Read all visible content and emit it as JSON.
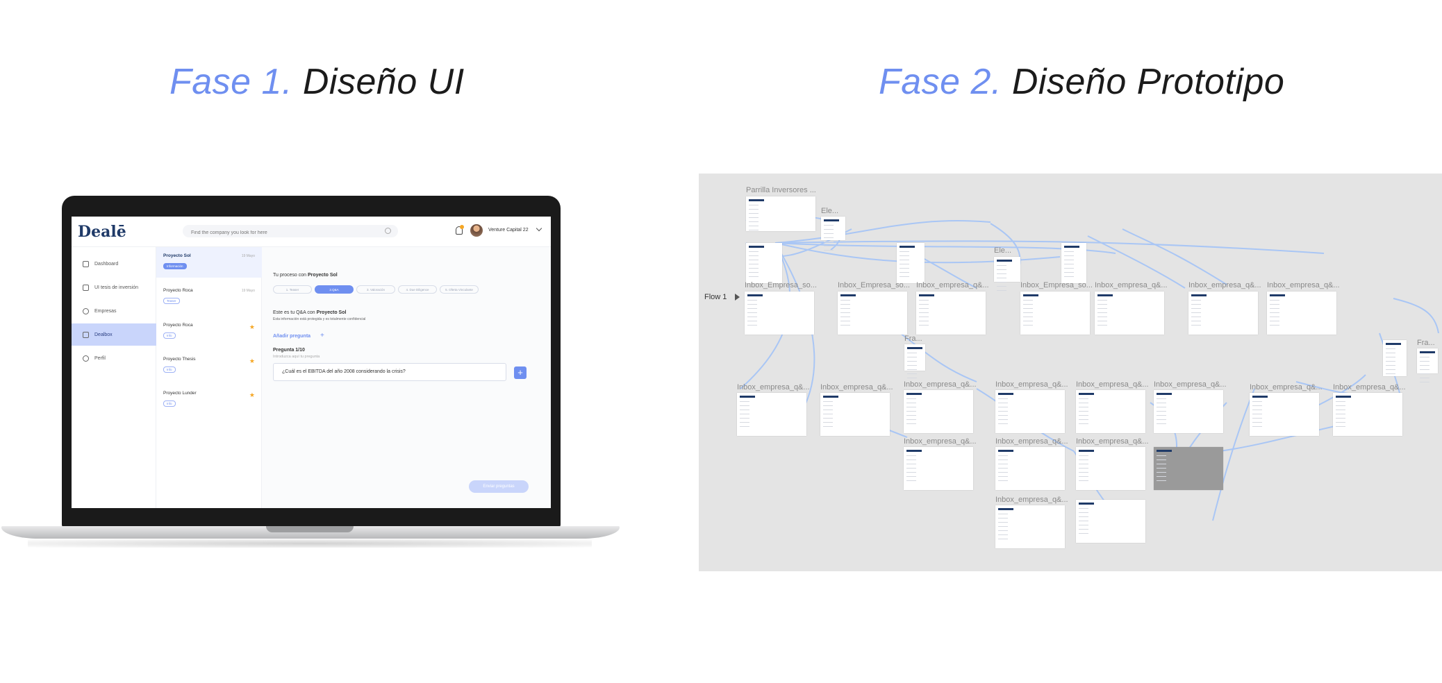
{
  "headings": {
    "phase1_accent": "Fase 1.",
    "phase1_text": " Diseño UI",
    "phase2_accent": "Fase 2.",
    "phase2_text": " Diseño Prototipo"
  },
  "app": {
    "logo": "Dealē",
    "search_placeholder": "Find the company you look for here",
    "user_name": "Venture Capital 22",
    "sidebar": [
      "Dashboard",
      "UI tesis de inversión",
      "Empresas",
      "Dealbox",
      "Perfil"
    ],
    "projects": [
      {
        "name": "Proyecto Sol",
        "tag": "Información",
        "date": "19 Mayo"
      },
      {
        "name": "Proyecto Roca",
        "tag": "Teaser",
        "date": "19 Mayo"
      },
      {
        "name": "Proyecto Roca",
        "tag": "Info"
      },
      {
        "name": "Proyecto Thesis",
        "tag": "Info"
      },
      {
        "name": "Proyecto Lunder",
        "tag": "Info"
      }
    ],
    "process_prefix": "Tu proceso con",
    "process_project": "Proyecto Sol",
    "steps": [
      "1. Teaser",
      "2.Q&A",
      "3. Valoración",
      "4. Due Diligence",
      "5. Oferta Vinculante"
    ],
    "qa_title_prefix": "Este es tu Q&A con",
    "qa_title_project": "Proyecto Sol",
    "qa_subtitle": "Esta información está protegida y es totalmente confidencial",
    "add_question": "Añadir pregunta",
    "question_label": "Pregunta 1/10",
    "question_hint": "Introduzca aquí tu pregunta",
    "question_value": "¿Cuál es el EBITDA del año 2008 considerando la crisis?",
    "send_button": "Enviar preguntas"
  },
  "prototype": {
    "flow_label": "Flow 1",
    "frame_labels": {
      "parrilla": "Parrilla Inversores ...",
      "ele1": "Ele...",
      "ele2": "Ele...",
      "inbox_sol": "Inbox_Empresa_so...",
      "inbox_emp_so": "Inbox_Empresa_so...",
      "inbox_q1": "Inbox_empresa_q&...",
      "inbox_so3": "Inbox_Empresa_so...",
      "inbox_q2": "Inbox_empresa_q&...",
      "inbox_q3": "Inbox_empresa_q&...",
      "inbox_q4": "Inbox_empresa_q&...",
      "fra1": "Fra...",
      "fra2": "Fra...",
      "inbox_r1": "Inbox_empresa_q&...",
      "inbox_r2": "Inbox_empresa_q&...",
      "inbox_r3": "Inbox_empresa_q&...",
      "inbox_r4": "Inbox_empresa_q&...",
      "inbox_r5": "Inbox_empresa_q&...",
      "inbox_r6": "Inbox_empresa_q&...",
      "inbox_r7": "Inbox_empresa_q&...",
      "inbox_r8": "Inbox_empresa_q&...",
      "inbox_r9": "Inbox_empresa_q&...",
      "inbox_r10": "Inbox_empresa_q&...",
      "inbox_r11": "Inbox_empresa_q&...",
      "inbox_r12": "Inbox_empresa_q&..."
    }
  },
  "colors": {
    "accent": "#6f8ff0",
    "brand": "#1f3a68",
    "active_nav": "#c9d5fb",
    "star": "#f5a623",
    "board_bg": "#e4e4e4",
    "connector": "#a9c6f5"
  }
}
